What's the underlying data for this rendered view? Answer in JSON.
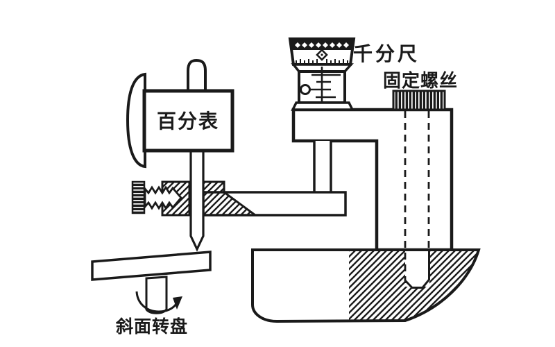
{
  "figure": {
    "kind": "technical-line-drawing",
    "labels": {
      "dial_indicator": "百分表",
      "micrometer": "千分尺",
      "fixing_screw": "固定螺丝",
      "inclined_turntable": "斜面转盘"
    },
    "colors": {
      "ink": "#1a1a1a",
      "paper": "#ffffff"
    }
  }
}
